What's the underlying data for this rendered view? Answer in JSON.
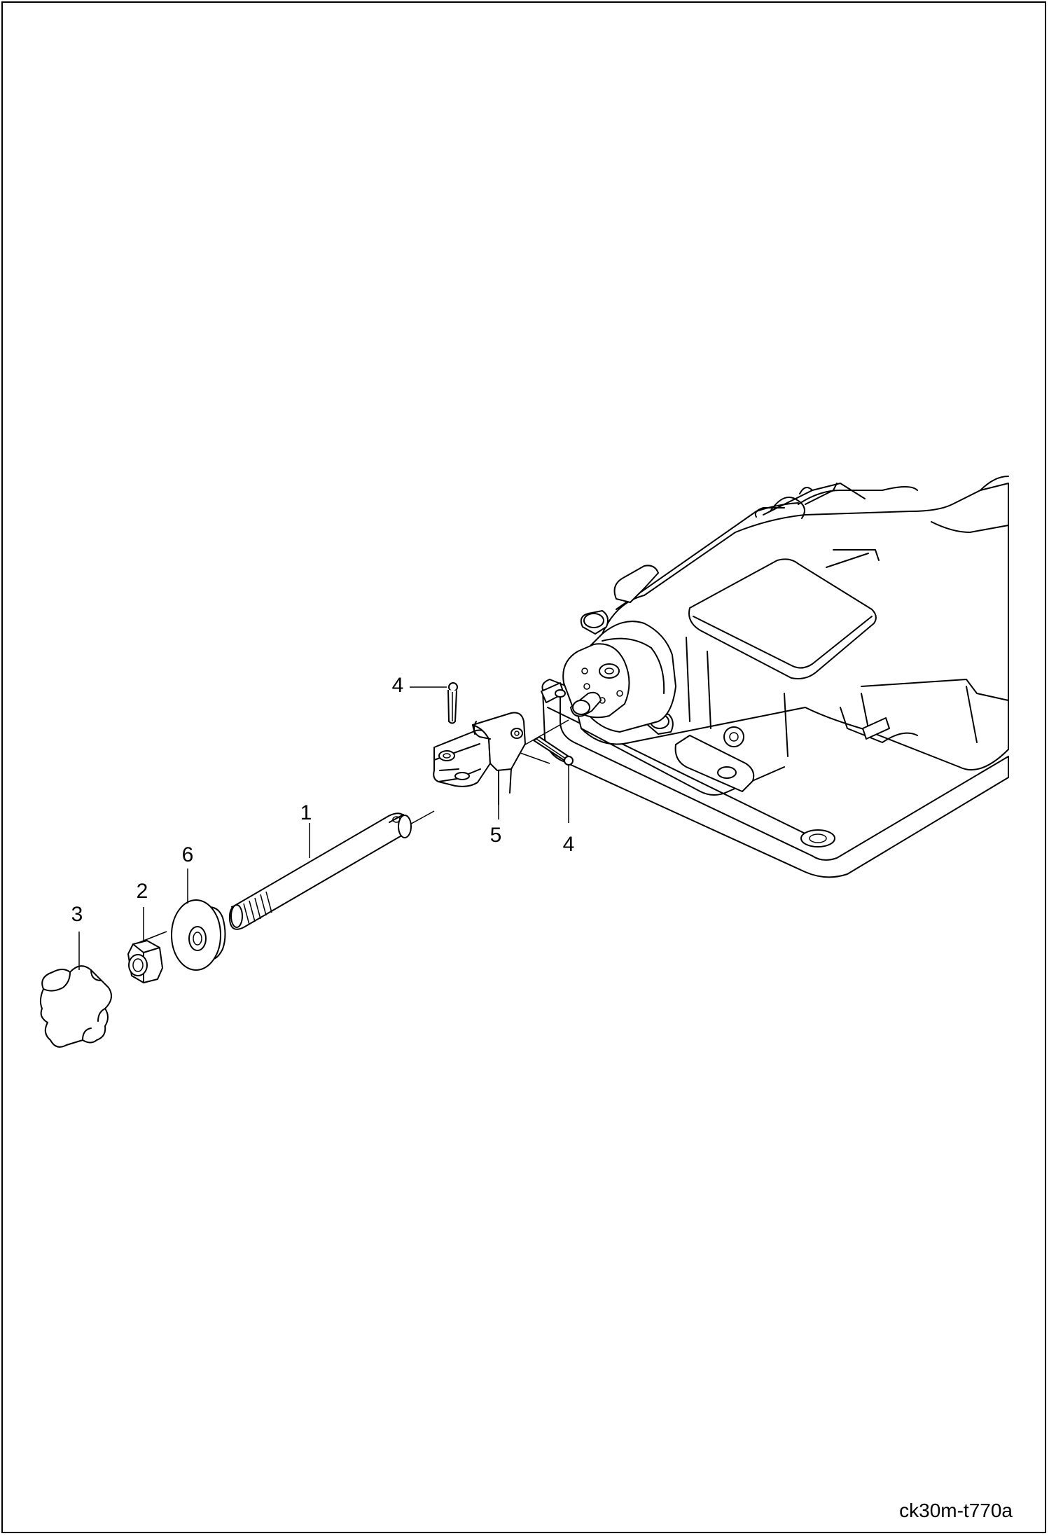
{
  "figure_id": "ck30m-t770a",
  "callouts": [
    {
      "id": "c1",
      "label": "1"
    },
    {
      "id": "c2",
      "label": "2"
    },
    {
      "id": "c3",
      "label": "3"
    },
    {
      "id": "c4a",
      "label": "4"
    },
    {
      "id": "c4b",
      "label": "4"
    },
    {
      "id": "c5",
      "label": "5"
    },
    {
      "id": "c6",
      "label": "6"
    }
  ],
  "parts": [
    {
      "callout": "1",
      "name": "rod"
    },
    {
      "callout": "2",
      "name": "nut"
    },
    {
      "callout": "3",
      "name": "knob"
    },
    {
      "callout": "4",
      "name": "cotter-pin"
    },
    {
      "callout": "5",
      "name": "clevis"
    },
    {
      "callout": "6",
      "name": "washer"
    }
  ]
}
